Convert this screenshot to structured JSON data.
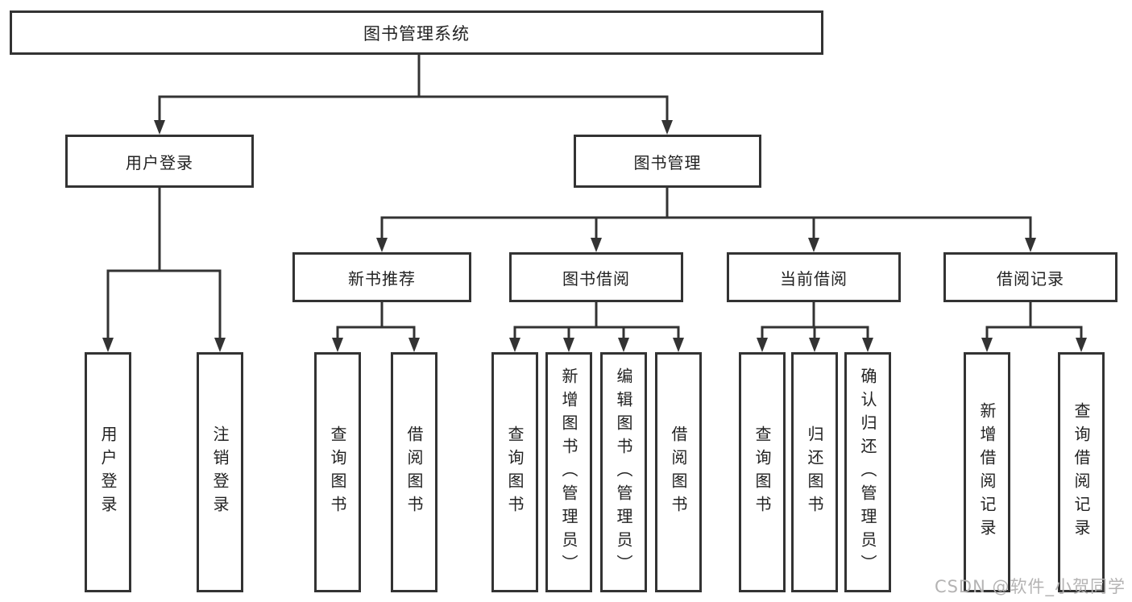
{
  "tree": {
    "root": {
      "label": "图书管理系统",
      "children": [
        {
          "label": "用户登录",
          "children": [
            {
              "label": "用户登录"
            },
            {
              "label": "注销登录"
            }
          ]
        },
        {
          "label": "图书管理",
          "children": [
            {
              "label": "新书推荐",
              "children": [
                {
                  "label": "查询图书"
                },
                {
                  "label": "借阅图书"
                }
              ]
            },
            {
              "label": "图书借阅",
              "children": [
                {
                  "label": "查询图书"
                },
                {
                  "label": "新增图书（管理员）"
                },
                {
                  "label": "编辑图书（管理员）"
                },
                {
                  "label": "借阅图书"
                }
              ]
            },
            {
              "label": "当前借阅",
              "children": [
                {
                  "label": "查询图书"
                },
                {
                  "label": "归还图书"
                },
                {
                  "label": "确认归还（管理员）"
                }
              ]
            },
            {
              "label": "借阅记录",
              "children": [
                {
                  "label": "新增借阅记录"
                },
                {
                  "label": "查询借阅记录"
                }
              ]
            }
          ]
        }
      ]
    }
  },
  "watermark": "CSDN @软件_小贺同学",
  "colors": {
    "line": "#333333",
    "text": "#222222",
    "watermark": "#b4b3b3"
  }
}
